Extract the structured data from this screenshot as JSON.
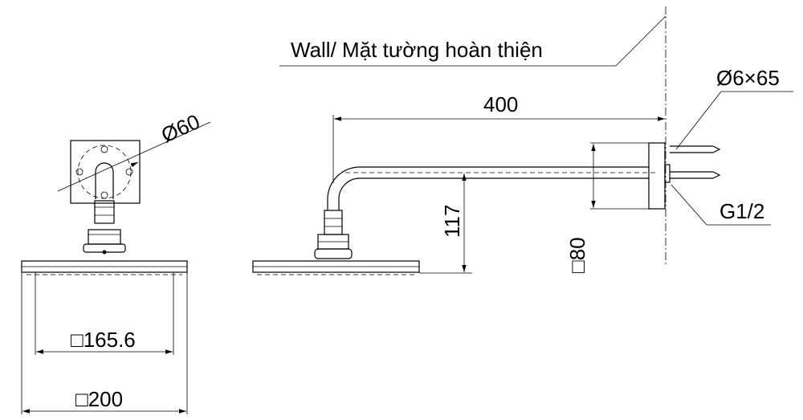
{
  "labels": {
    "wall": "Wall/ Mặt tường hoàn thiện",
    "arm_length": "400",
    "drop_height": "117",
    "flange_diameter": "Ø60",
    "screw": "Ø6×65",
    "thread": "G1/2",
    "flange_square": "□80",
    "face_inner": "□165.6",
    "face_outer": "□200"
  }
}
